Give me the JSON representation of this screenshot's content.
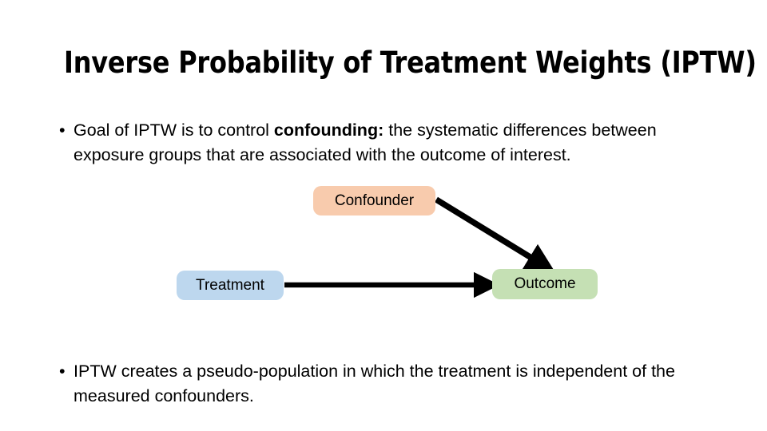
{
  "slide": {
    "title": "Inverse Probability of Treatment Weights (IPTW)",
    "background_color": "#FFFFFF",
    "text_color": "#000000"
  },
  "bullets": [
    {
      "marker": "•",
      "segments": [
        {
          "text": "Goal of IPTW is to control ",
          "bold": false
        },
        {
          "text": "confounding:",
          "bold": true
        },
        {
          "text": " the systematic differences between exposure groups that are associated with the outcome of interest.",
          "bold": false
        }
      ],
      "plain_text": "Goal of IPTW is to control confounding: the systematic differences between exposure groups that are associated with the outcome of interest."
    },
    {
      "marker": "•",
      "segments": [
        {
          "text": "IPTW creates a pseudo-population in which the treatment is independent of the measured confounders.",
          "bold": false
        }
      ],
      "plain_text": "IPTW creates a pseudo-population in which the treatment is independent of the measured confounders."
    }
  ],
  "diagram": {
    "type": "causal-dag",
    "nodes": [
      {
        "id": "confounder",
        "label": "Confounder",
        "color": "#F8CBAD"
      },
      {
        "id": "treatment",
        "label": "Treatment",
        "color": "#BDD7EE"
      },
      {
        "id": "outcome",
        "label": "Outcome",
        "color": "#C5E0B4"
      }
    ],
    "edges": [
      {
        "from": "confounder",
        "to": "outcome",
        "style": "arrow",
        "color": "#000000"
      },
      {
        "from": "treatment",
        "to": "outcome",
        "style": "arrow",
        "color": "#000000"
      }
    ]
  }
}
